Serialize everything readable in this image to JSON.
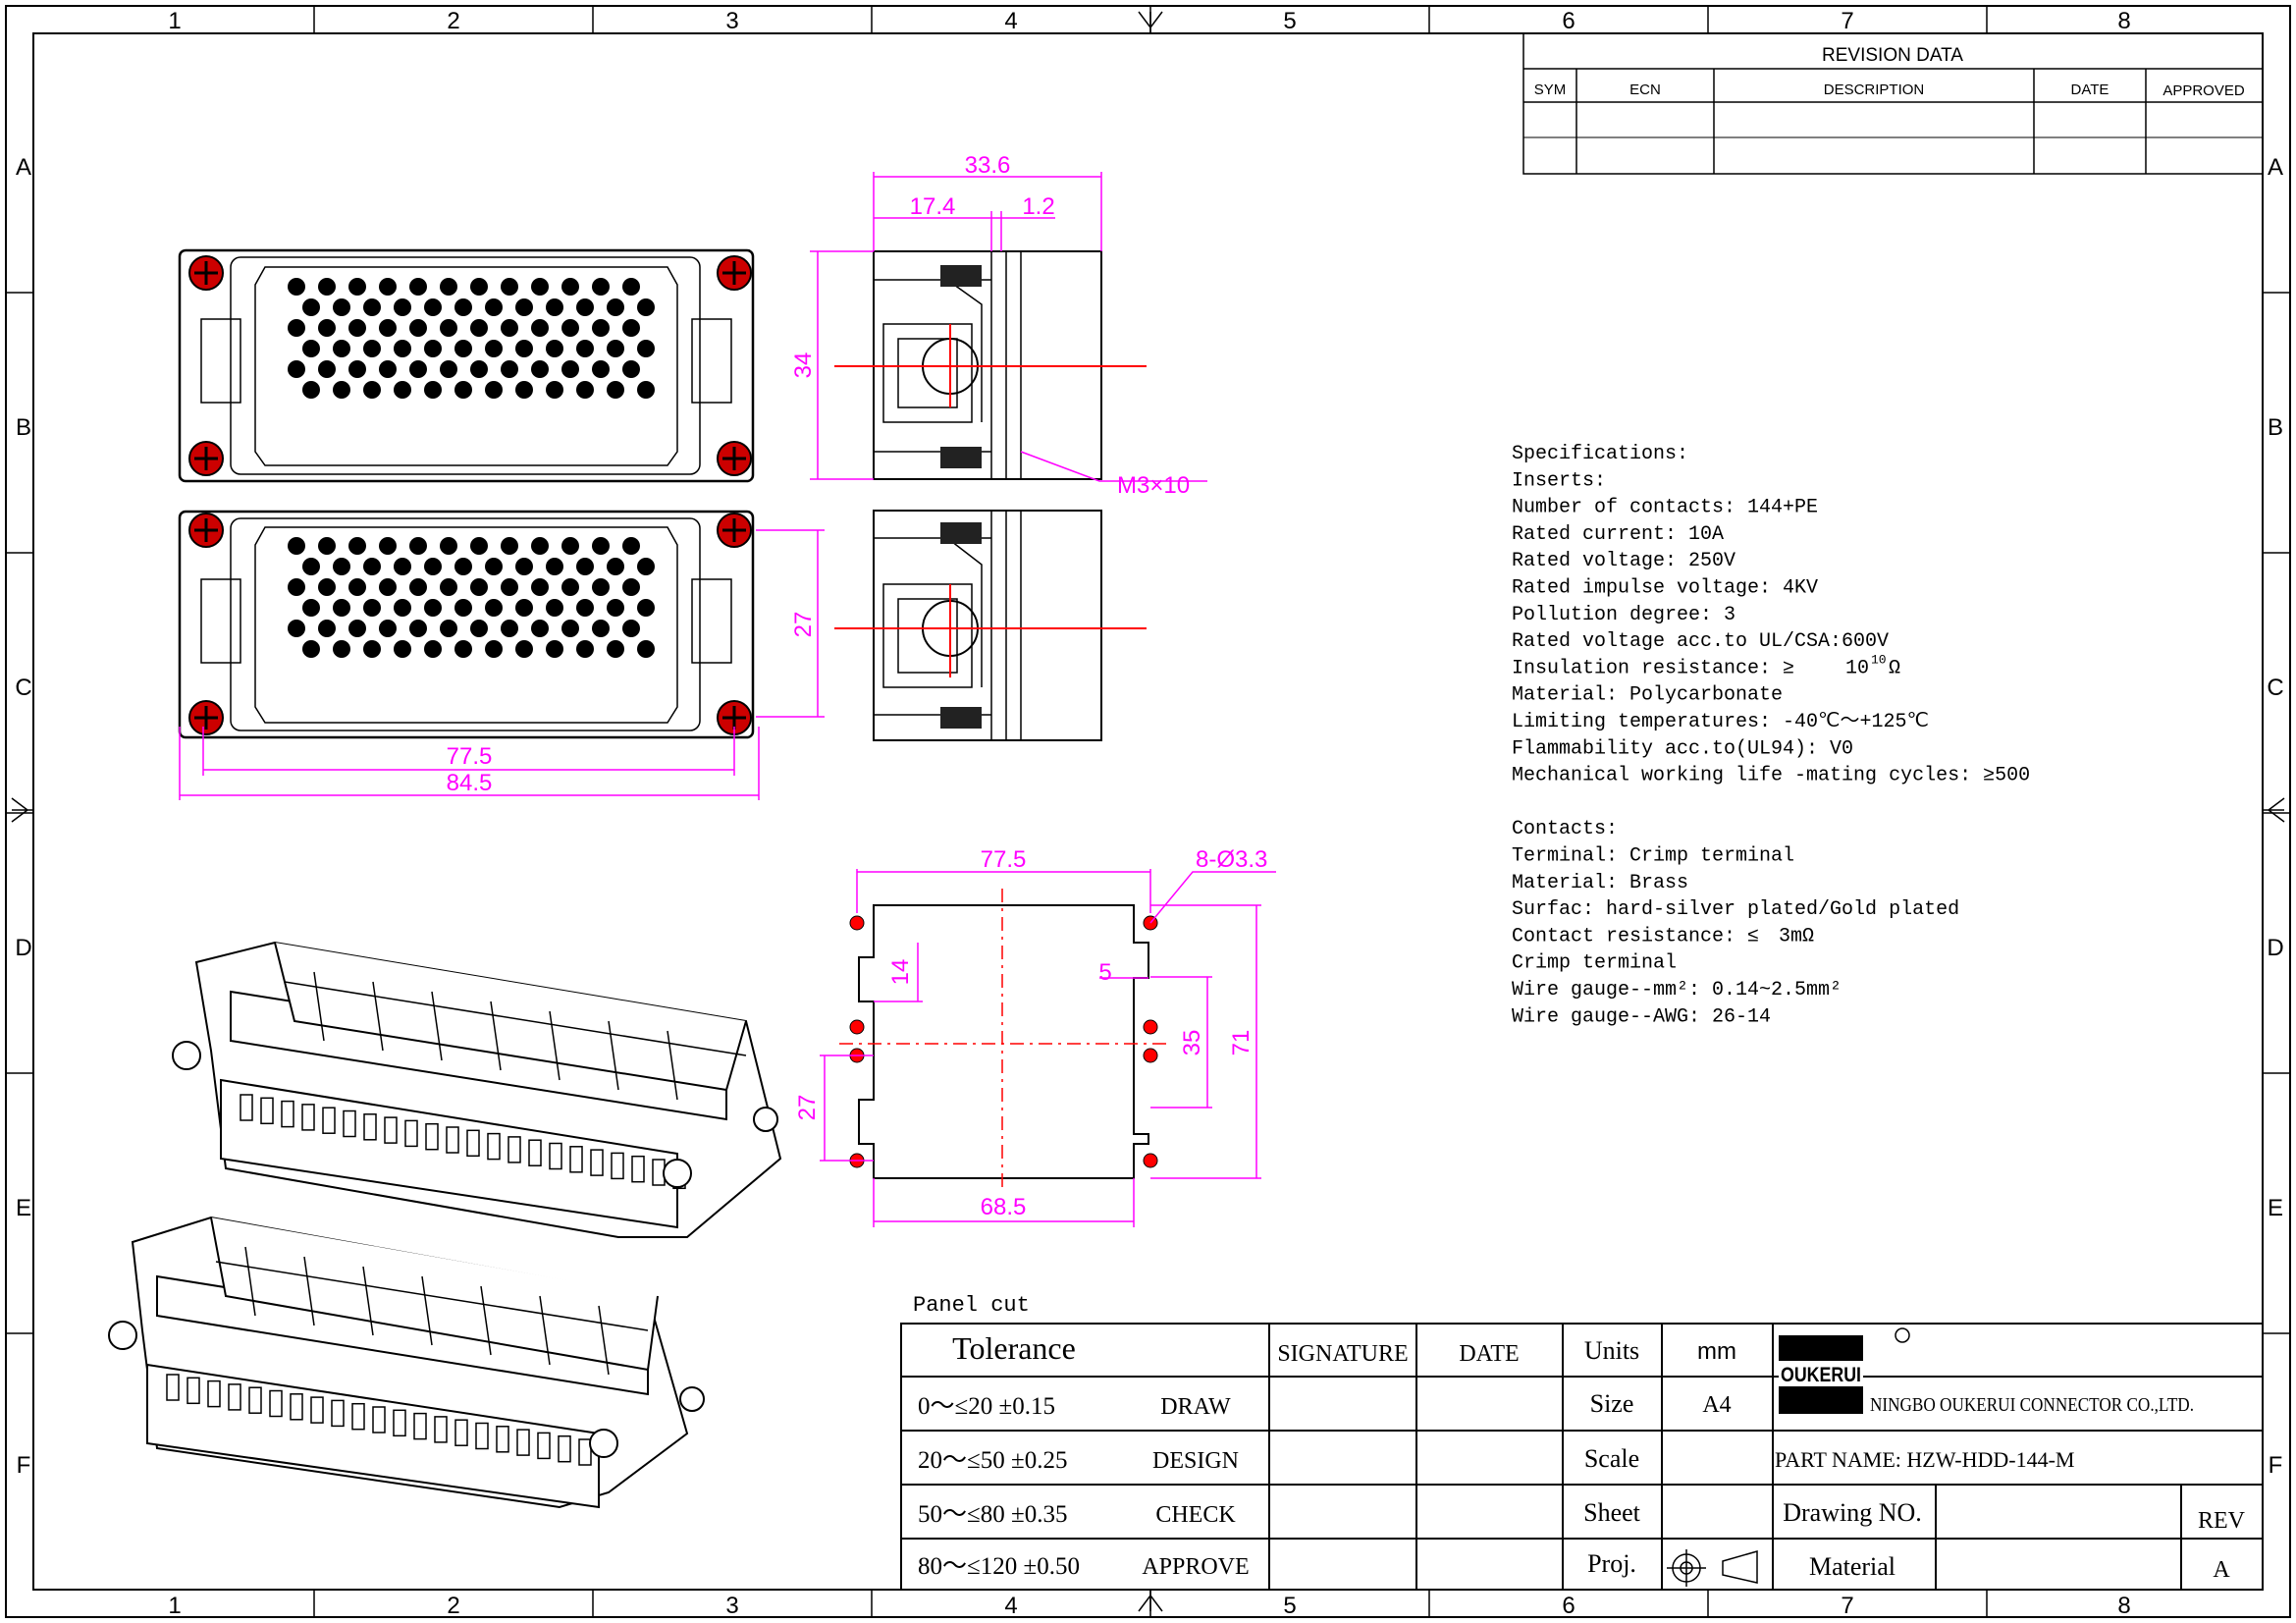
{
  "border": {
    "columns": [
      "1",
      "2",
      "3",
      "4",
      "5",
      "6",
      "7",
      "8"
    ],
    "rows": [
      "A",
      "B",
      "C",
      "D",
      "E",
      "F"
    ]
  },
  "revision": {
    "title": "REVISION   DATA",
    "headers": {
      "sym": "SYM",
      "ecn": "ECN",
      "description": "DESCRIPTION",
      "date": "DATE",
      "approved": "APPROVED"
    }
  },
  "dimensions": {
    "top_view_width_inner": "77.5",
    "top_view_width_outer": "84.5",
    "side_total": "33.6",
    "side_left": "17.4",
    "side_right": "1.2",
    "side_height_top": "34",
    "side_height_bottom": "27",
    "screw_label": "M3×10",
    "panel_top": "77.5",
    "panel_holes": "8-Ø3.3",
    "panel_left_a": "14",
    "panel_left_b": "27",
    "panel_right_a": "5",
    "panel_right_b": "35",
    "panel_right_c": "71",
    "panel_bottom": "68.5"
  },
  "panel_cut_label": "Panel cut",
  "specs": {
    "lines": [
      "Specifications:",
      "Inserts:",
      "Number of contacts: 144+PE",
      "Rated current:  10A",
      "Rated voltage:  250V",
      "Rated impulse voltage:  4KV",
      "Pollution degree:  3",
      "Rated voltage acc.to UL/CSA:600V",
      "Insulation resistance:   ≥",
      "Material:  Polycarbonate",
      "Limiting temperatures:   -40℃～+125℃",
      "Flammability acc.to(UL94):  V0",
      "Mechanical working life -mating cycles:  ≥500",
      "",
      "Contacts:",
      "Terminal: Crimp terminal",
      "Material:  Brass",
      "Surfac:  hard-silver plated/Gold plated",
      "Contact resistance:  ≤",
      "Crimp terminal",
      "Wire gauge--mm²:  0.14~2.5mm²",
      "Wire gauge--AWG:  26-14"
    ],
    "insulation_value": "10",
    "insulation_exp": "10",
    "insulation_unit": "Ω",
    "contact_value": "3mΩ"
  },
  "title_block": {
    "tolerance": "Tolerance",
    "signature": "SIGNATURE",
    "date": "DATE",
    "units": "Units",
    "units_value": "mm",
    "size": "Size",
    "size_value": "A4",
    "scale": "Scale",
    "sheet": "Sheet",
    "proj": "Proj.",
    "rows": [
      {
        "range": "0～≤20  ±0.15",
        "role": "DRAW"
      },
      {
        "range": "20～≤50  ±0.25",
        "role": "DESIGN"
      },
      {
        "range": "50～≤80  ±0.35",
        "role": "CHECK"
      },
      {
        "range": "80～≤120  ±0.50",
        "role": "APPROVE"
      }
    ],
    "logo_text": "OUKERUI",
    "company": "NINGBO OUKERUI CONNECTOR CO.,LTD.",
    "part_name": "PART NAME:  HZW-HDD-144-M",
    "drawing_no": "Drawing NO.",
    "material": "Material",
    "rev": "REV",
    "rev_value": "A"
  },
  "colors": {
    "line": "#000000",
    "dim": "#ff00ff",
    "center": "#ff0000",
    "part": "#d9d9d9"
  }
}
